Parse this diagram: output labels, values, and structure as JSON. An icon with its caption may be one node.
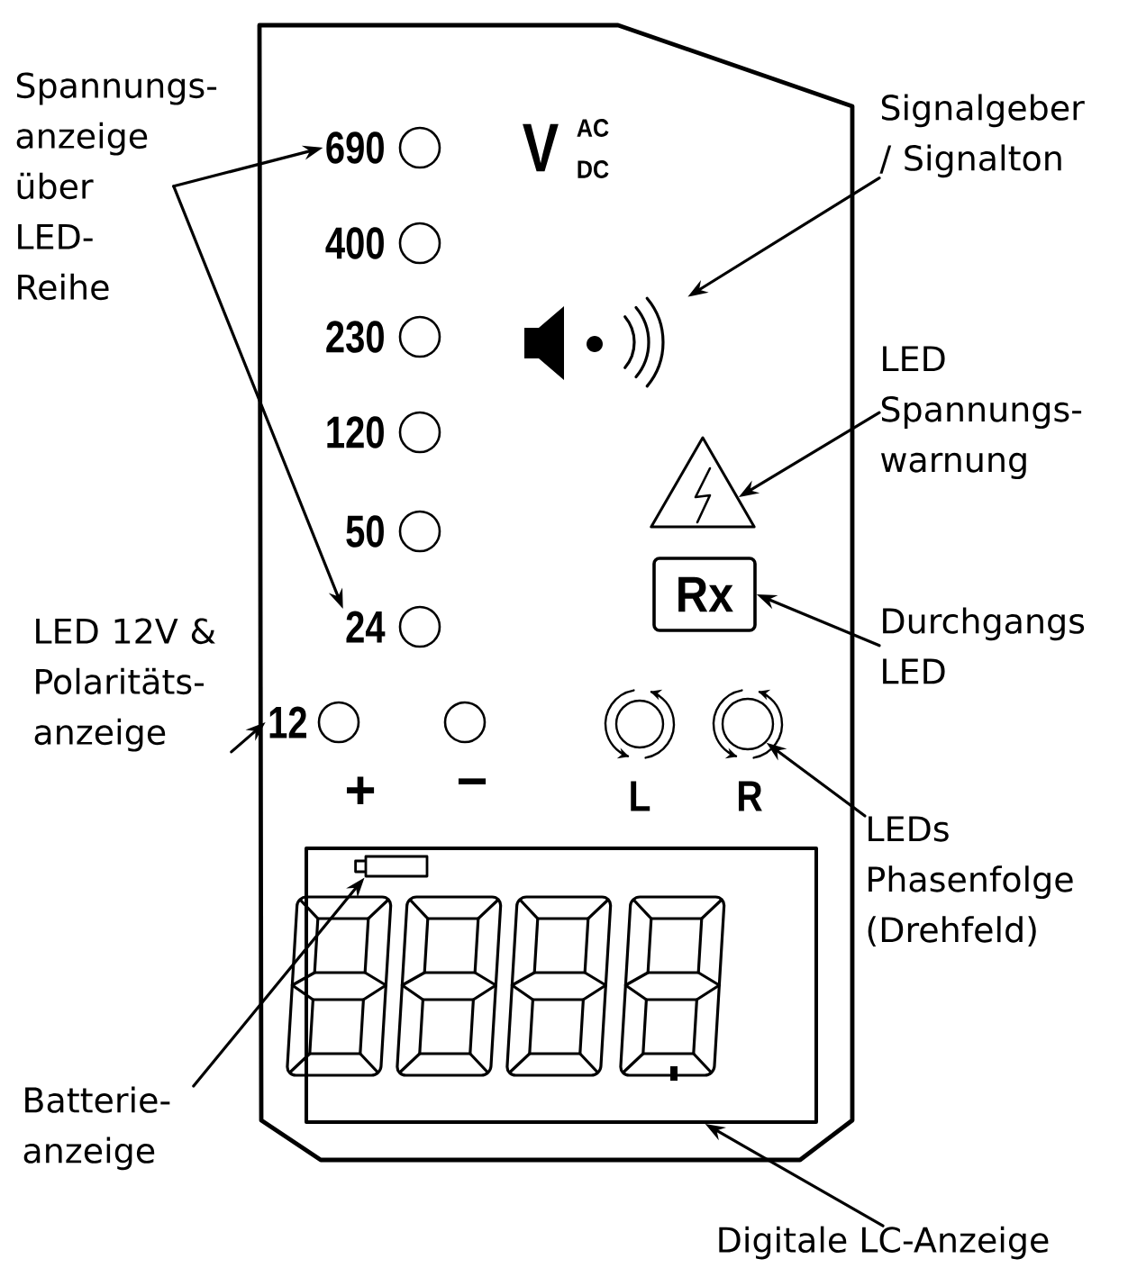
{
  "diagram": {
    "nodes": [
      {
        "text": [
          "Spannungs- anzeige über LED- Reihe"
        ]
      },
      {
        "text": [
          "690"
        ]
      },
      {
        "text": [
          "24"
        ]
      },
      {
        "text": [
          "LED 12V & Polaritäts- anzeige"
        ]
      },
      {
        "text": [
          "12"
        ]
      },
      {
        "text": [
          "Batterie- anzeige"
        ]
      },
      {
        "text": [],
        "shape": "box"
      },
      {
        "text": [],
        "shape": "battery",
        "in": 6
      },
      {
        "text": [
          "Signalgeber / Signalton"
        ]
      },
      {
        "text": [],
        "shape": "speaker"
      },
      {
        "text": [
          "LED Spannungs- warnung"
        ]
      },
      {
        "text": [],
        "shape": "triangle"
      },
      {
        "text": [
          "Durchgangs LED"
        ]
      },
      {
        "text": [
          "Rx"
        ]
      },
      {
        "text": [
          "LEDs Phasenfolge (Drehfeld)"
        ]
      },
      {
        "text": [],
        "shape": "circle"
      },
      {
        "text": [
          "Digitale LC-Anzeige"
        ]
      }
    ],
    "edges": [
      {
        "from": 0,
        "to": 1,
        "arrow": "to"
      },
      {
        "from": 0,
        "to": 2,
        "arrow": "to"
      },
      {
        "from": 3,
        "to": 4,
        "arrow": "to"
      },
      {
        "from": 5,
        "to": 7,
        "arrow": "to"
      },
      {
        "from": 8,
        "to": 9,
        "arrow": "to"
      },
      {
        "from": 10,
        "to": 11,
        "arrow": "to"
      },
      {
        "from": 12,
        "to": 13,
        "arrow": "to"
      },
      {
        "from": 14,
        "to": 15,
        "arrow": "to"
      },
      {
        "from": 16,
        "to": 6,
        "arrow": "to"
      }
    ],
    "labels": [
      "V",
      "AC",
      "DC",
      "400",
      "230",
      "120",
      "50",
      "+",
      "−",
      "L",
      "R"
    ]
  }
}
